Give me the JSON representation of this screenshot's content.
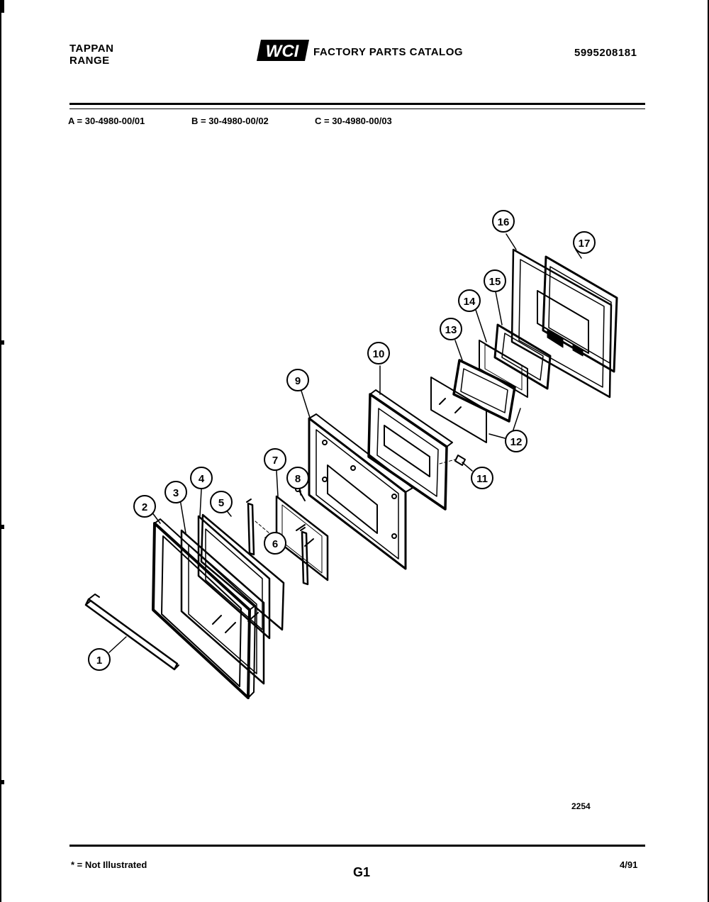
{
  "header": {
    "brand_line1": "TAPPAN",
    "brand_line2": "RANGE",
    "logo_text": "WCI",
    "catalog_title": "FACTORY PARTS CATALOG",
    "catalog_number": "5995208181"
  },
  "models": {
    "a": "A = 30-4980-00/01",
    "b": "B = 30-4980-00/02",
    "c": "C = 30-4980-00/03"
  },
  "diagram": {
    "drawing_number": "2254",
    "callouts": [
      "1",
      "2",
      "3",
      "4",
      "5",
      "6",
      "7",
      "8",
      "9",
      "10",
      "11",
      "12",
      "13",
      "14",
      "15",
      "16",
      "17"
    ]
  },
  "footer": {
    "note": "* = Not Illustrated",
    "page_id": "G1",
    "date": "4/91"
  },
  "colors": {
    "ink": "#000000",
    "paper": "#ffffff"
  }
}
